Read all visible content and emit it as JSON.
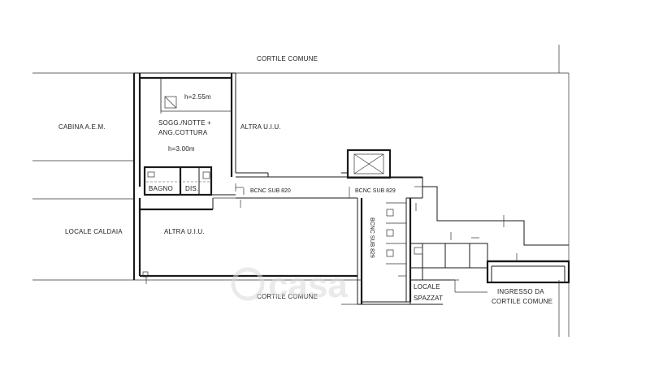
{
  "labels": {
    "cortile_top": "CORTILE COMUNE",
    "cabina": "CABINA A.E.M.",
    "height1": "h=2.55m",
    "sogg_line1": "SOGG./NOTTE +",
    "sogg_line2": "ANG.COTTURA",
    "height2": "h=3.00m",
    "altra_top": "ALTRA U.I.U.",
    "bagno": "BAGNO",
    "dis": "DIS.",
    "bcnc820": "BCNC SUB 820",
    "bcnc829_h": "BCNC SUB 829",
    "bcnc829_v": "BCNC SUB 829",
    "locale_caldaia": "LOCALE CALDAIA",
    "altra_bottom": "ALTRA U.I.U.",
    "cortile_bottom": "CORTILE COMUNE",
    "locale_spazz_1": "LOCALE",
    "locale_spazz_2": "SPAZZAT",
    "ingresso_1": "INGRESSO DA",
    "ingresso_2": "CORTILE COMUNE"
  },
  "watermark": "casa"
}
